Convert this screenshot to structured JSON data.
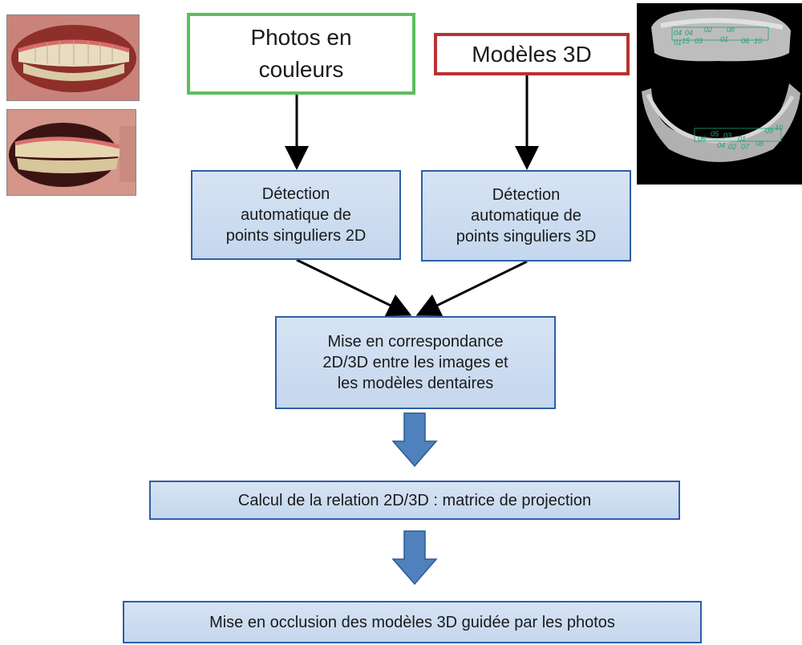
{
  "inputs": {
    "photos_label": "Photos en\ncouleurs",
    "models_label": "Modèles 3D"
  },
  "steps": {
    "detect_2d": "Détection\nautomatique de\npoints singuliers 2D",
    "detect_3d": "Détection\nautomatique de\npoints singuliers 3D",
    "matching": "Mise en correspondance\n2D/3D entre les images et\nles modèles dentaires",
    "projection": "Calcul de la relation 2D/3D : matrice de projection",
    "occlusion": "Mise en occlusion des modèles 3D guidée par les photos"
  },
  "model_labels": {
    "upper": [
      "04",
      "04",
      "02",
      "08",
      "01",
      "03",
      "15",
      "01",
      "06",
      "10"
    ],
    "lower": [
      "06",
      "05",
      "03",
      "01",
      "04",
      "02",
      "07",
      "08",
      "09",
      "10"
    ]
  },
  "colors": {
    "photos_border": "#5cbf5c",
    "models_border": "#b83232",
    "step_border": "#2e5ea8",
    "step_fill": "#c5d7ee",
    "block_arrow": "#4f81bd"
  }
}
